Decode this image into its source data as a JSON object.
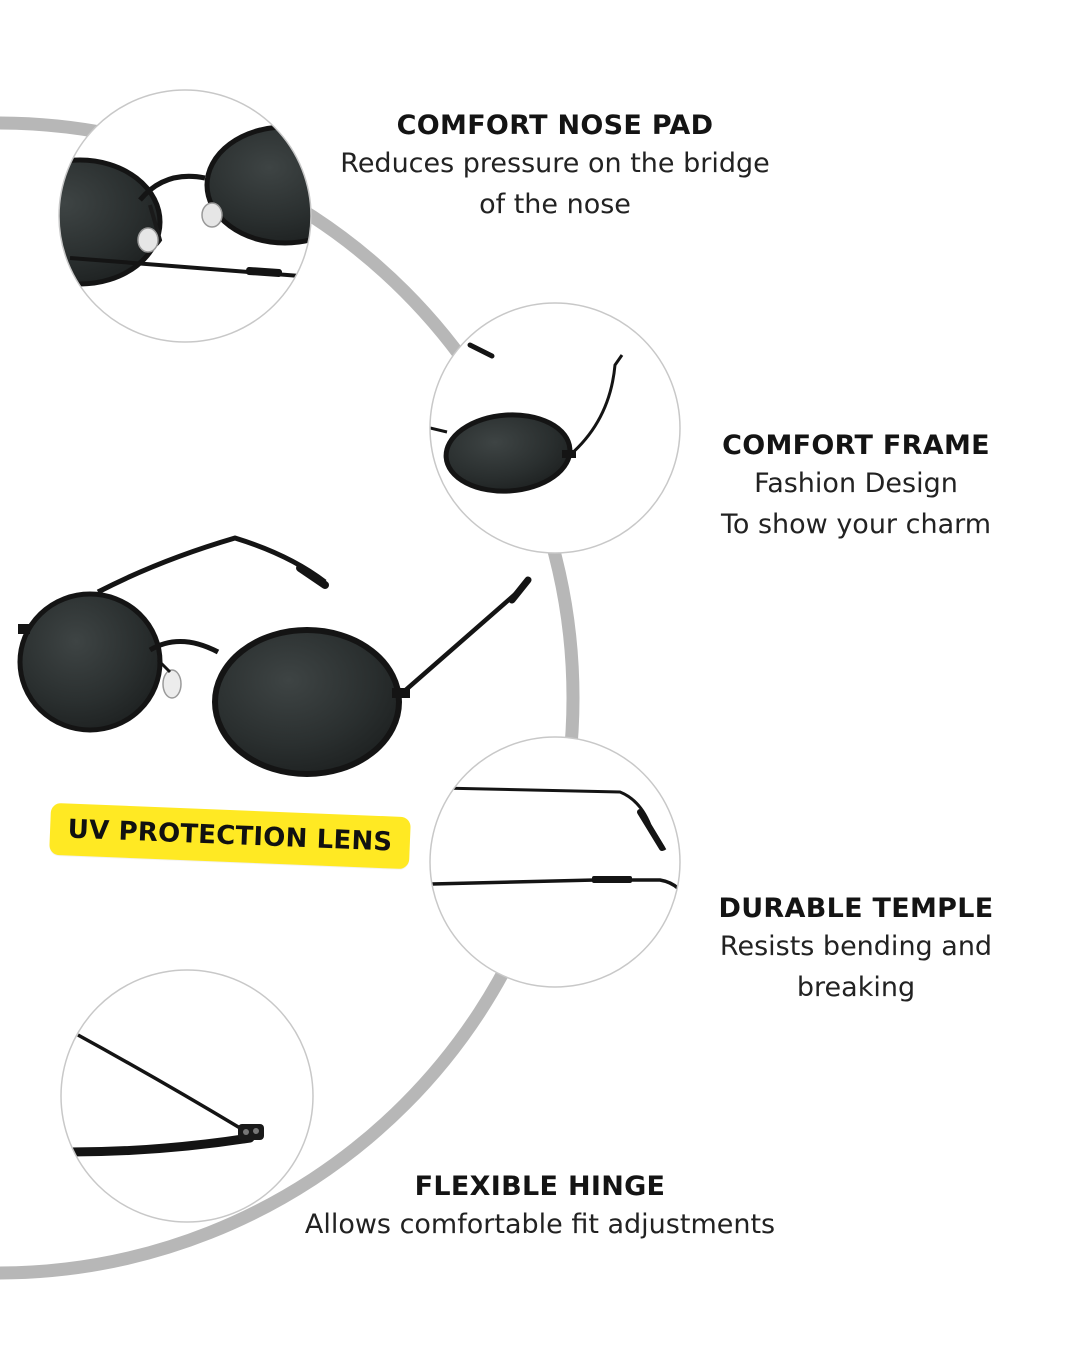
{
  "features": [
    {
      "id": "nose-pad",
      "title": "COMFORT NOSE PAD",
      "desc": [
        "Reduces pressure on the bridge",
        "of the nose"
      ]
    },
    {
      "id": "frame",
      "title": "COMFORT FRAME",
      "desc": [
        "Fashion Design",
        "To show your charm"
      ]
    },
    {
      "id": "temple",
      "title": "DURABLE TEMPLE",
      "desc": [
        "Resists bending and",
        "breaking"
      ]
    },
    {
      "id": "hinge",
      "title": "FLEXIBLE HINGE",
      "desc": [
        "Allows comfortable fit adjustments"
      ]
    }
  ],
  "badge": {
    "label": "UV PROTECTION LENS",
    "color": "#ffe923"
  },
  "colors": {
    "ring": "#b4b4b4",
    "circle_border": "#c8c8c8",
    "frame": "#141414",
    "lens": "#2a2e2e"
  },
  "icons": [
    "sunglasses-image",
    "nose-pad-detail-image",
    "frame-detail-image",
    "temple-detail-image",
    "hinge-detail-image"
  ]
}
